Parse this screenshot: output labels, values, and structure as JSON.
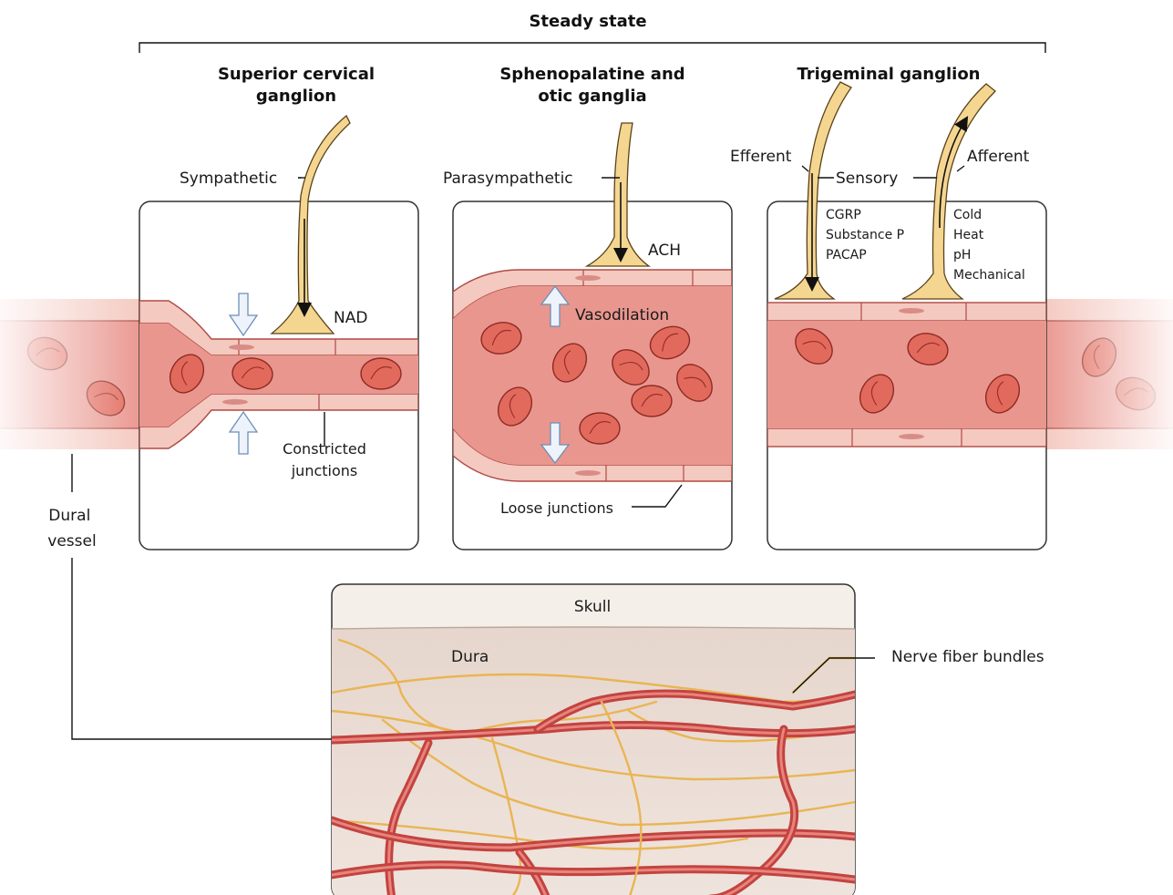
{
  "header": {
    "title": "Steady state"
  },
  "panels": {
    "sympathetic": {
      "title": "Superior cervical ganglion",
      "nerve_label": "Sympathetic",
      "transmitter": "NAD",
      "junction_label": "Constricted junctions"
    },
    "parasympathetic": {
      "title": "Sphenopalatine and otic ganglia",
      "nerve_label": "Parasympathetic",
      "transmitter": "ACH",
      "effect_label": "Vasodilation",
      "junction_label": "Loose junctions"
    },
    "trigeminal": {
      "title": "Trigeminal ganglion",
      "efferent_label": "Efferent",
      "afferent_label": "Afferent",
      "sensory_label": "Sensory",
      "efferent_items": [
        "CGRP",
        "Substance P",
        "PACAP"
      ],
      "afferent_items": [
        "Cold",
        "Heat",
        "pH",
        "Mechanical"
      ]
    }
  },
  "vessel_label": "Dural vessel",
  "dura_panel": {
    "skull_label": "Skull",
    "dura_label": "Dura",
    "nerve_fiber_label": "Nerve fiber bundles"
  },
  "colors": {
    "vessel_wall": "#f4c9c0",
    "lumen": "#e9968e",
    "red_blood_cell": "#e26a5c",
    "nerve": "#f5d691",
    "dura": "#e9ddd5",
    "skull": "#f5efe9"
  }
}
